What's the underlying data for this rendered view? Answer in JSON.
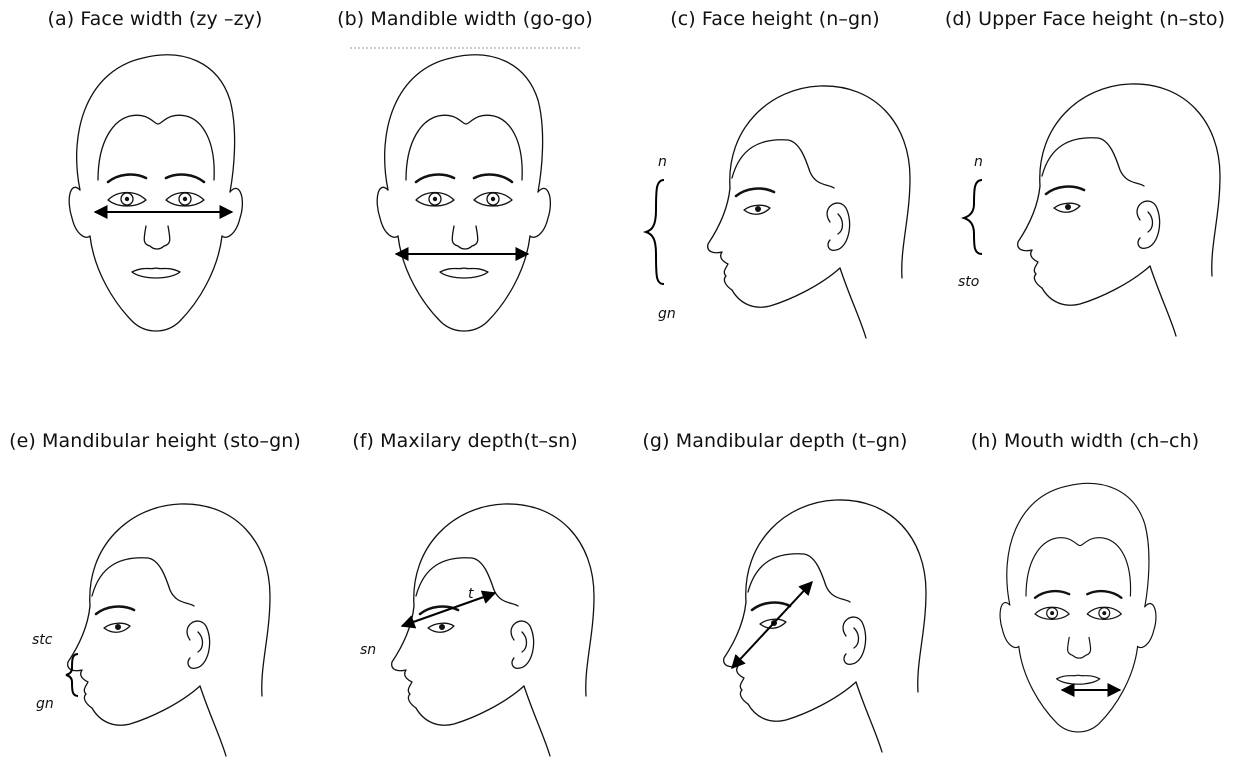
{
  "panels": [
    {
      "caption": "(a) Face width (zy –zy)"
    },
    {
      "caption": "(b) Mandible width (go-go)"
    },
    {
      "caption": "(c) Face height (n–gn)",
      "top_label": "n",
      "bottom_label": "gn"
    },
    {
      "caption": "(d) Upper Face height (n–sto)",
      "top_label": "n",
      "bottom_label": "sto"
    },
    {
      "caption": "(e) Mandibular height (sto–gn)",
      "top_label": "stc",
      "bottom_label": "gn"
    },
    {
      "caption": "(f) Maxilary depth(t–sn)",
      "top_label": "t",
      "bottom_label": "sn"
    },
    {
      "caption": "(g) Mandibular depth (t–gn)"
    },
    {
      "caption": "(h) Mouth width (ch–ch)"
    }
  ]
}
